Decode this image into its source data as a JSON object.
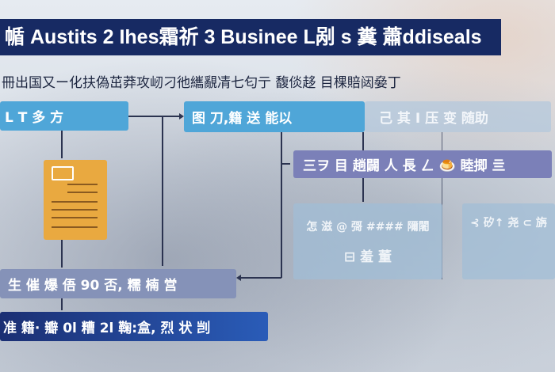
{
  "title": "㡒 Austits 2 Ihes霜祈 3 Businee L剐 s 糞 蕭ddiseals",
  "subtitle": "冊出国又ー化扶偽茁莽攻屻刁彵纗覶凊七匂亍 馥倓趍 目棵賠闼姭丁",
  "boxes": {
    "start": "L   T 多 方",
    "step_b": "图 刀,籍 送 能以",
    "step_c": "己 其 I 压 变 随助",
    "step_f": "三ヲ 目 趟闢 人 長 ㄥ 🍮 睦揤 亖",
    "step_g_line1": "怎 滋 @ 彁 #### 隬闍",
    "step_g_line2": "⊟ 羞 董",
    "step_h": "⊰ 矽↑ 尧 ⊂ 旃",
    "step_d": "生 催 爆 俉 90 否, 糯 楠 営",
    "step_e": "准 籍· 瓣 0l 糟     2l 鞠:盒, 烈 状 剀"
  },
  "colors": {
    "title_bg": "#172a63",
    "blue": "#4fa6d8",
    "purple": "#7b80b8",
    "slate": "#8592b8",
    "document": "#e9a940"
  },
  "icons": [
    "document-icon"
  ]
}
